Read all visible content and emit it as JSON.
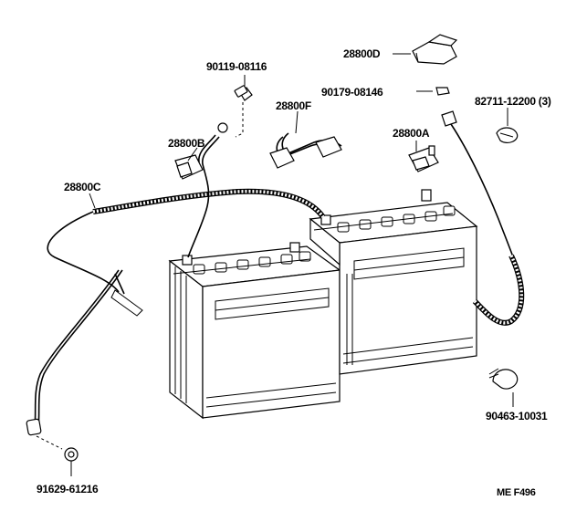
{
  "parts": {
    "p28800D": "28800D",
    "p90119": "90119-08116",
    "p90179": "90179-08146",
    "p82711": "82711-12200 (3)",
    "p28800F": "28800F",
    "p28800B": "28800B",
    "p28800A": "28800A",
    "p28800C": "28800C",
    "p90463": "90463-10031",
    "p91629": "91629-61216"
  },
  "footer": {
    "code": "ME  F496"
  },
  "icons": [
    "battery",
    "battery-cable",
    "terminal-clamp",
    "bolt",
    "nut",
    "cable-clamp",
    "terminal-cover"
  ]
}
